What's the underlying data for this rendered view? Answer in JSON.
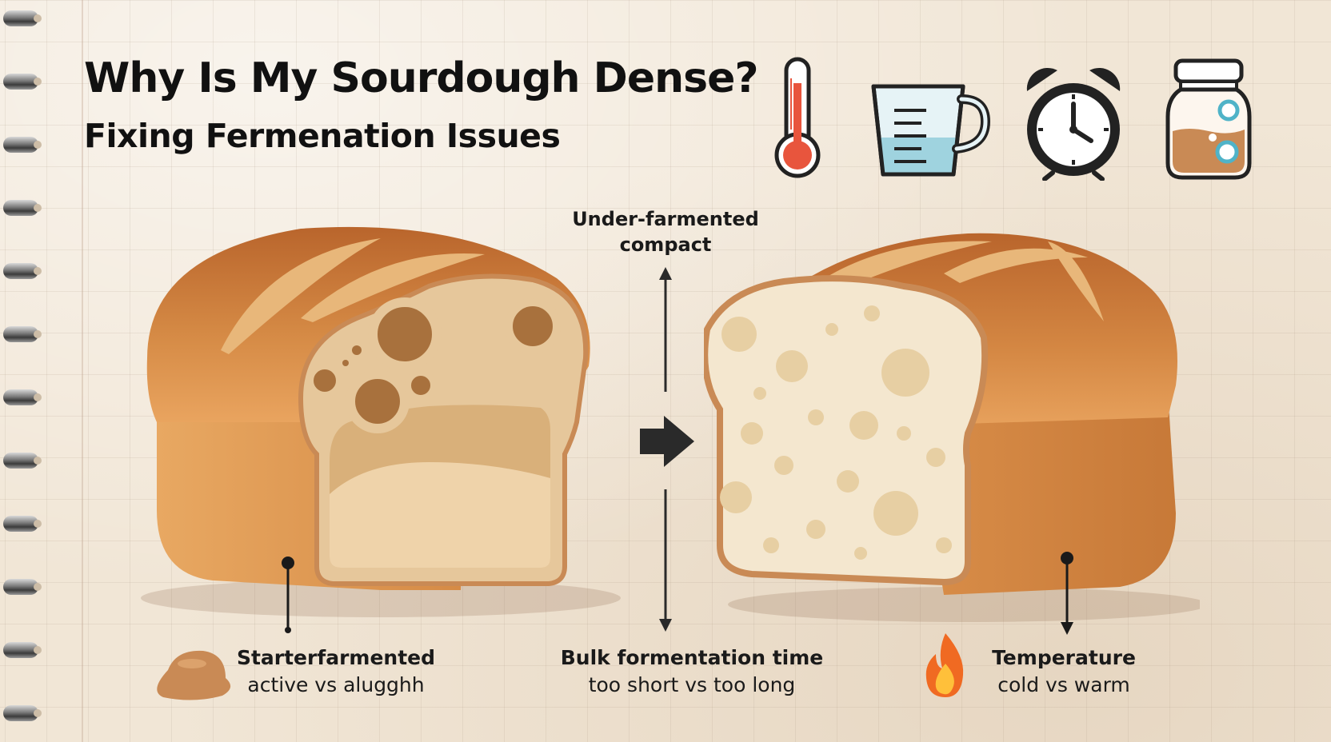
{
  "header": {
    "title": "Why Is My Sourdough Dense?",
    "subtitle": "Fixing Fermenation Issues"
  },
  "icons": [
    "thermometer-icon",
    "measuring-cup-icon",
    "alarm-clock-icon",
    "starter-jar-icon"
  ],
  "center_label": {
    "line1": "Under-farmented",
    "line2": "compact"
  },
  "factors": [
    {
      "line1": "Starterfarmented",
      "line2": "active vs alugghh",
      "icon": "starter-dough-icon"
    },
    {
      "line1": "Bulk formentation time",
      "line2": "too short vs too long"
    },
    {
      "line1": "Temperature",
      "line2": "cold vs warm",
      "icon": "flame-icon"
    }
  ],
  "colors": {
    "crust": "#c9783a",
    "crumb": "#f3e6cc",
    "paper": "#f1e6d6",
    "arrow": "#2a2a2a"
  }
}
